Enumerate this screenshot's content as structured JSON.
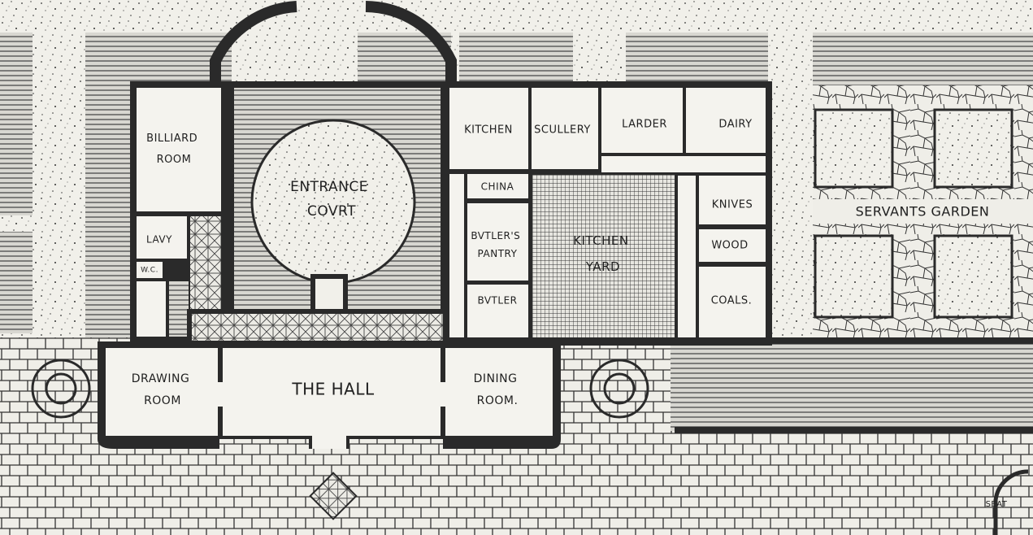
{
  "colors": {
    "ink": "#2a2a2a",
    "paper": "#f2f1ec",
    "room": "#f4f3ee"
  },
  "rooms": {
    "billiard_room": [
      "BILLIARD",
      "ROOM"
    ],
    "lavatory": "LAVY",
    "wc": "W.C.",
    "entrance_court": [
      "ENTRANCE",
      "COVRT"
    ],
    "kitchen": "KITCHEN",
    "scullery": "SCULLERY",
    "larder": "LARDER",
    "dairy": "DAIRY",
    "china": "CHINA",
    "butlers_pantry": [
      "BVTLER'S",
      "PANTRY"
    ],
    "butler": "BVTLER",
    "kitchen_yard": [
      "KITCHEN",
      "YARD"
    ],
    "knives": "KNIVES",
    "wood": "WOOD",
    "coals": "COALS.",
    "drawing_room": [
      "DRAWING",
      "ROOM"
    ],
    "the_hall": "THE HALL",
    "dining_room": [
      "DINING",
      "ROOM."
    ],
    "servants_garden": "SERVANTS GARDEN",
    "seat": "SEAT"
  }
}
